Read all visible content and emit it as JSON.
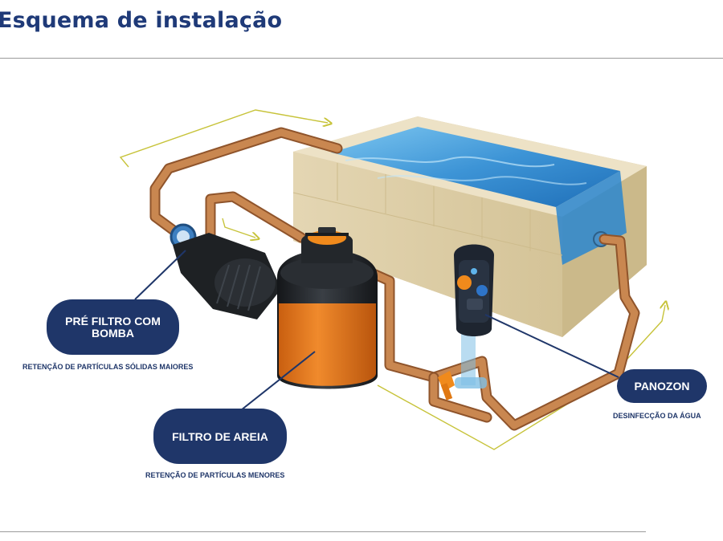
{
  "header": {
    "title": "Esquema de instalação"
  },
  "callouts": {
    "pre_filter": {
      "title": "PRÉ FILTRO COM BOMBA",
      "caption": "RETENÇÃO DE PARTÍCULAS SÓLIDAS MAIORES"
    },
    "sand_filter": {
      "title": "FILTRO DE AREIA",
      "caption": "RETENÇÃO DE PARTÍCULAS MENORES"
    },
    "panozon": {
      "title": "PANOZON",
      "caption": "DESINFECÇÃO DA ÁGUA"
    }
  },
  "colors": {
    "brand_blue": "#1f3669",
    "title_blue": "#1f3a78",
    "pipe_copper": "#c98750",
    "pipe_shadow": "#8f542b",
    "flow_arrow": "#c7c33a",
    "pool_wall": "#e9ddbe",
    "water": "#3d94d6",
    "filter_orange": "#e7781f",
    "pump_black": "#1e2124"
  },
  "icons": [
    "flow-arrow-icon",
    "valve-handle-icon",
    "pump-motor-icon",
    "filter-tank-icon",
    "panozon-device-icon"
  ]
}
